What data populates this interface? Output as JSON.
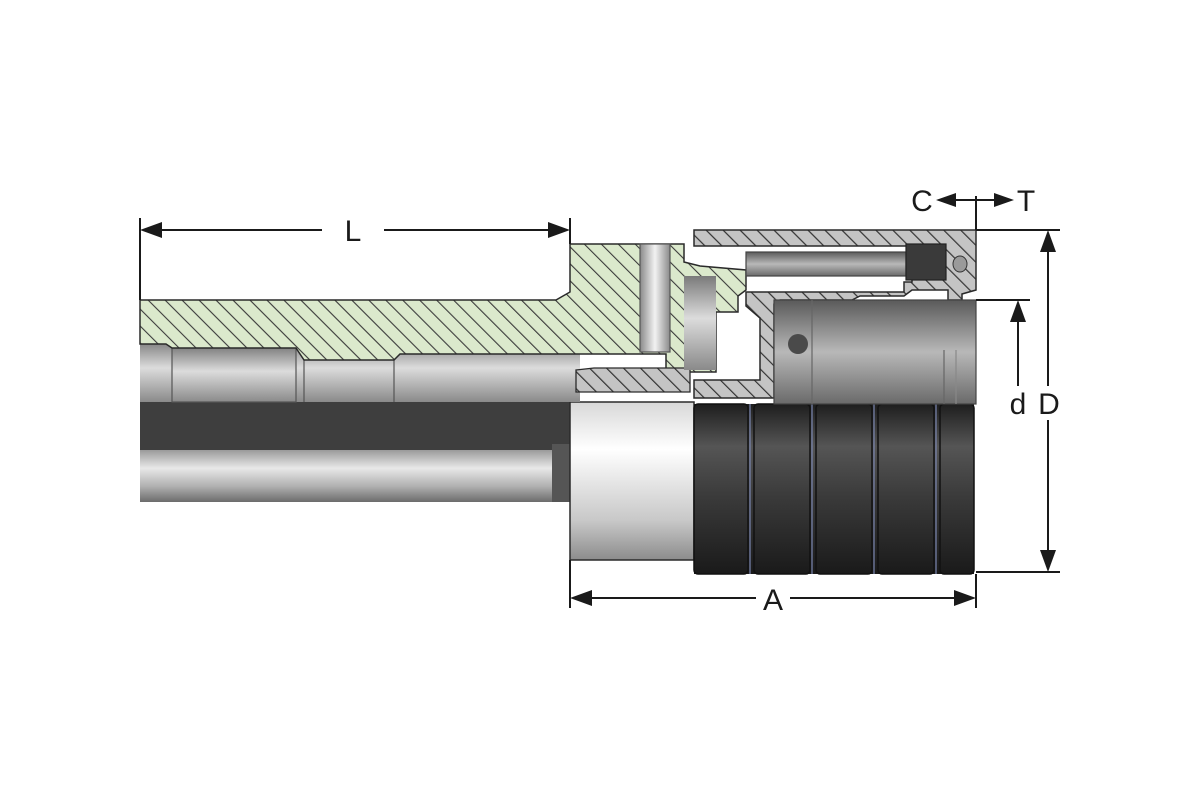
{
  "colors": {
    "background": "#ffffff",
    "section_green": "#dbe9cc",
    "section_gray": "#bdbdbd",
    "hatch": "#3a3a3a",
    "dimension": "#1a1a1a",
    "metal_light": "#e6e6e6",
    "metal_mid": "#a8a8a8",
    "metal_dark": "#4a4a4a",
    "band_dark": "#2f2f2f"
  },
  "dimensions": {
    "L": "L",
    "A": "A",
    "C": "C",
    "T": "T",
    "d": "d",
    "D": "D"
  }
}
